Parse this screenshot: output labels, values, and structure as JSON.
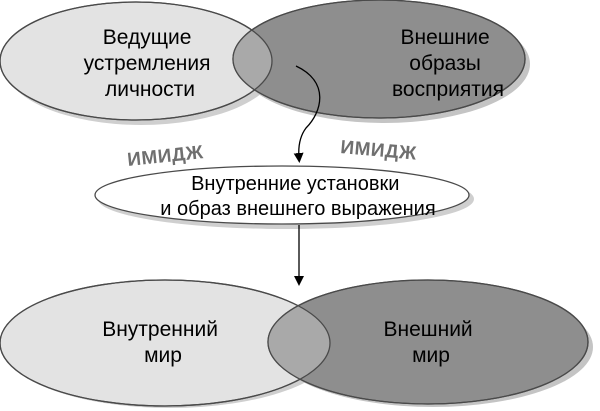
{
  "top": {
    "left_ellipse": {
      "lines": [
        "Ведущие",
        "устремления",
        "личности"
      ]
    },
    "right_ellipse": {
      "lines": [
        "Внешние",
        "образы",
        "восприятия"
      ]
    }
  },
  "image_labels": {
    "left": "ИМИДЖ",
    "right": "ИМИДЖ"
  },
  "middle": {
    "lines": [
      "Внутренние установки",
      "и образ внешнего выражения"
    ]
  },
  "bottom": {
    "left_ellipse": {
      "lines": [
        "Внутренний",
        "мир"
      ]
    },
    "right_ellipse": {
      "lines": [
        "Внешний",
        "мир"
      ]
    }
  },
  "colors": {
    "light_fill": "#e3e3e3",
    "dark_fill": "#8e8e8e",
    "overlap_fill": "#a9a9a9",
    "outline": "#4a4a4a",
    "shadow": "#c4c4c4",
    "arrow": "#000000",
    "image_word": "#6f6f6f"
  }
}
